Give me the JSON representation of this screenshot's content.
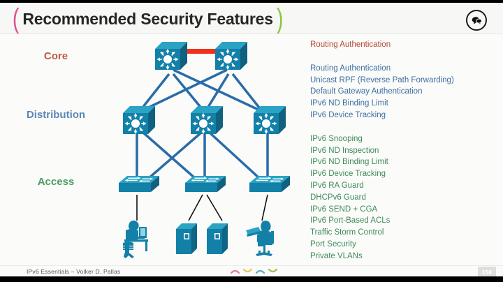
{
  "header": {
    "title": "Recommended Security Features",
    "paren_left": "(",
    "paren_right": ")",
    "paren_left_color": "#e0508f",
    "paren_right_color": "#8fc440",
    "comment_icon": "speech-bubbles-icon"
  },
  "tiers": [
    {
      "id": "core",
      "label": "Core",
      "color": "#c05a45"
    },
    {
      "id": "distribution",
      "label": "Distribution",
      "color": "#5b87b5"
    },
    {
      "id": "access",
      "label": "Access",
      "color": "#4c9c62"
    }
  ],
  "diagram": {
    "core_link_color": "#f3301c",
    "link_color": "#2a6ca8",
    "device_color": "#1a7fa8",
    "core_nodes": [
      "core-switch-1",
      "core-switch-2"
    ],
    "distribution_nodes": [
      "distribution-switch-1",
      "distribution-switch-2",
      "distribution-switch-3"
    ],
    "access_nodes": [
      "access-switch-1",
      "access-switch-2",
      "access-switch-3"
    ],
    "endpoints": [
      "workstation-user",
      "server-rack-1",
      "server-rack-2",
      "laptop-user"
    ]
  },
  "features": {
    "core": {
      "color": "#b5472e",
      "items": [
        "Routing Authentication"
      ]
    },
    "distribution": {
      "color": "#3d6f9e",
      "items": [
        "Routing Authentication",
        "Unicast RPF (Reverse Path Forwarding)",
        "Default Gateway Authentication",
        "IPv6 ND Binding Limit",
        "IPv6 Device Tracking"
      ]
    },
    "access": {
      "color": "#3f8b57",
      "items": [
        "IPv6 Snooping",
        "IPv6 ND Inspection",
        "IPv6 ND Binding Limit",
        "IPv6 Device Tracking",
        "IPv6 RA Guard",
        "DHCPv6 Guard",
        "IPv6 SEND + CGA",
        "IPv6 Port-Based ACLs",
        "Traffic Storm Control",
        "Port Security",
        "Private VLANs"
      ]
    }
  },
  "footer": {
    "text": "IPv6 Essentials  –  Volker D. Pallas",
    "page_number": "158",
    "arcs": [
      {
        "name": "arc-pink",
        "color": "#e3809a",
        "dir": "up"
      },
      {
        "name": "arc-yellow",
        "color": "#e8c45a",
        "dir": "down"
      },
      {
        "name": "arc-teal",
        "color": "#5fb3c4",
        "dir": "up"
      },
      {
        "name": "arc-green",
        "color": "#9cc153",
        "dir": "down"
      }
    ]
  }
}
